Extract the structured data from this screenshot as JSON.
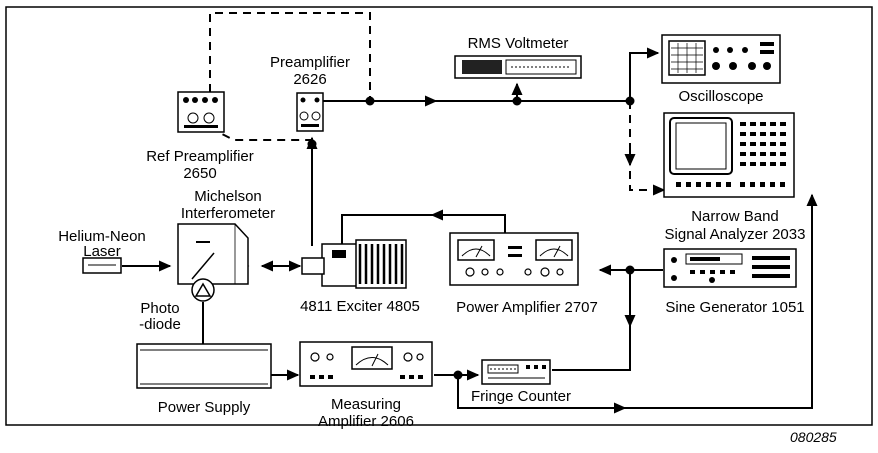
{
  "labels": {
    "rms_voltmeter": "RMS Voltmeter",
    "preamplifier_title": "Preamplifier",
    "preamplifier_model": "2626",
    "oscilloscope": "Oscilloscope",
    "ref_preamplifier_title": "Ref Preamplifier",
    "ref_preamplifier_model": "2650",
    "michelson_1": "Michelson",
    "michelson_2": "Interferometer",
    "laser_1": "Helium-Neon",
    "laser_2": "Laser",
    "photodiode_1": "Photo",
    "photodiode_2": "-diode",
    "exciter": "4811 Exciter 4805",
    "power_amplifier": "Power Amplifier 2707",
    "sine_generator": "Sine Generator 1051",
    "analyzer_1": "Narrow Band",
    "analyzer_2": "Signal Analyzer 2033",
    "power_supply": "Power Supply",
    "measuring_amp_1": "Measuring",
    "measuring_amp_2": "Amplifier 2606",
    "fringe_counter": "Fringe Counter"
  },
  "figure_number": "080285",
  "colors": {
    "line": "#000000",
    "background": "#ffffff",
    "device_dark": "#222222",
    "device_panel": "#d8d8d8"
  }
}
